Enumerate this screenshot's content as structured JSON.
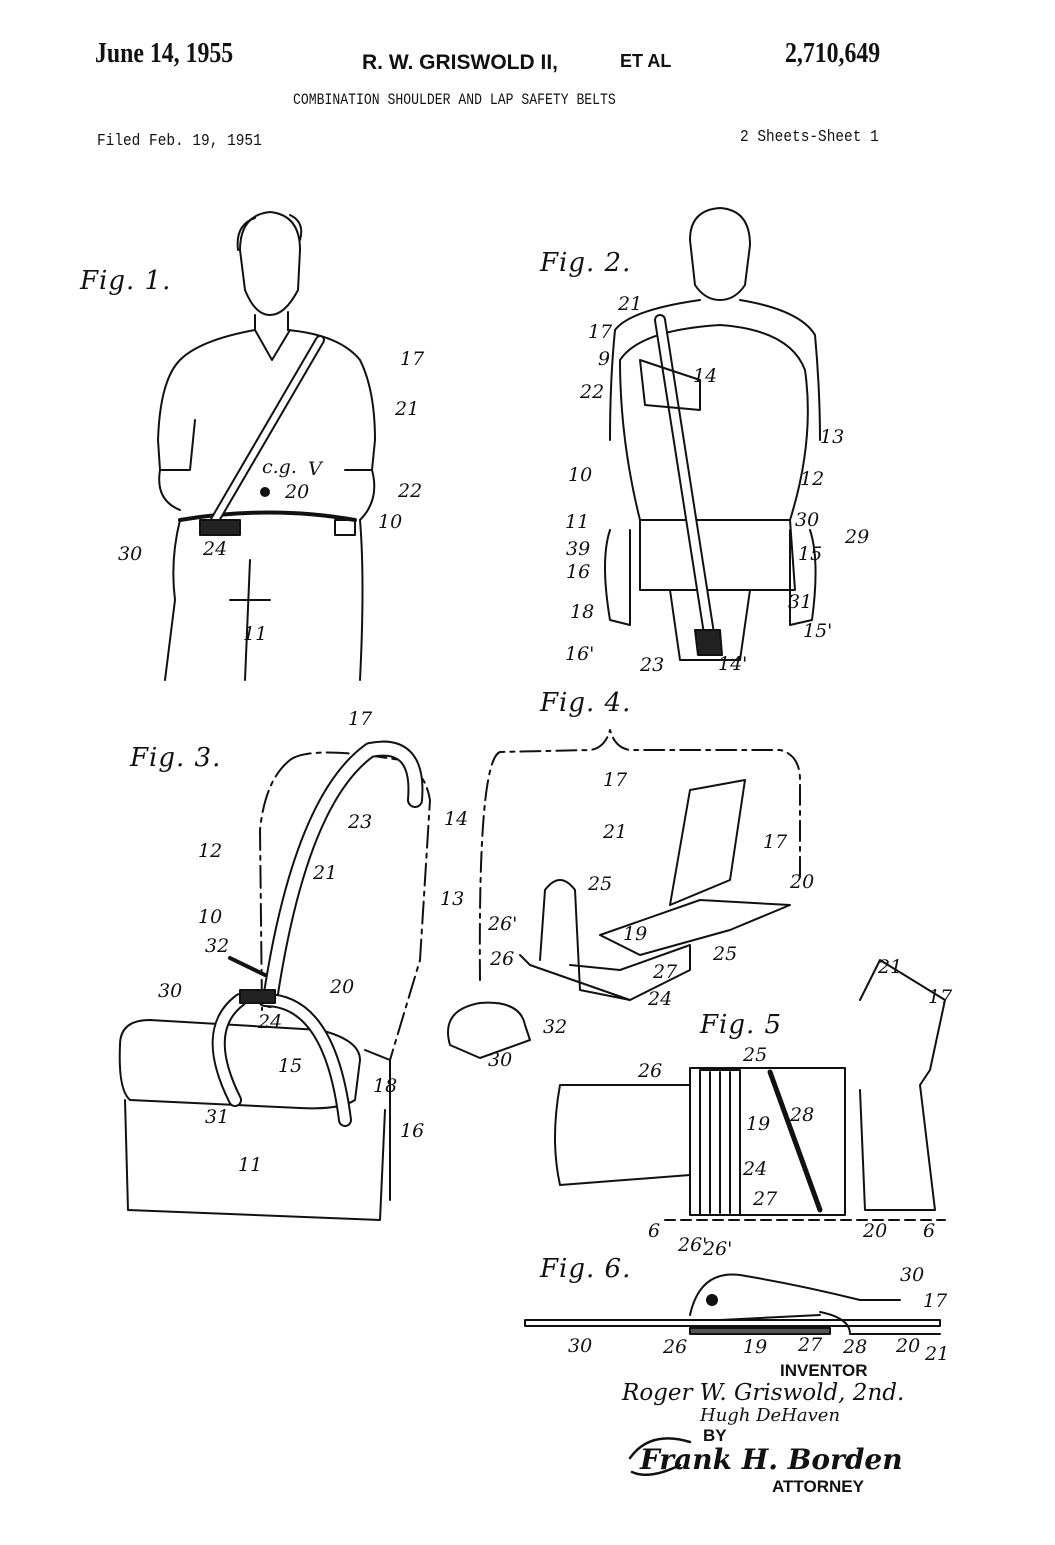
{
  "header": {
    "date": "June 14, 1955",
    "inventor": "R. W. GRISWOLD II,",
    "et_al": "ET AL",
    "patent_number": "2,710,649",
    "title": "COMBINATION SHOULDER AND LAP SAFETY BELTS",
    "filed": "Filed Feb. 19, 1951",
    "sheets": "2 Sheets-Sheet 1"
  },
  "figures": [
    {
      "label": "Fig. 1.",
      "numerals": [
        "17",
        "21",
        "c.g.",
        "V",
        "20",
        "22",
        "10",
        "30",
        "24",
        "11"
      ]
    },
    {
      "label": "Fig. 2.",
      "numerals": [
        "21",
        "17",
        "9",
        "14",
        "22",
        "13",
        "10",
        "12",
        "11",
        "30",
        "29",
        "39",
        "15",
        "16",
        "31",
        "18",
        "15'",
        "16'",
        "23",
        "14'"
      ]
    },
    {
      "label": "Fig. 3.",
      "numerals": [
        "17",
        "14",
        "23",
        "12",
        "21",
        "13",
        "10",
        "32",
        "30",
        "20",
        "24",
        "15",
        "31",
        "18",
        "16",
        "11"
      ]
    },
    {
      "label": "Fig. 4.",
      "numerals": [
        "17",
        "21",
        "17",
        "20",
        "25",
        "26'",
        "19",
        "26",
        "27",
        "25",
        "24",
        "32",
        "30"
      ]
    },
    {
      "label": "Fig. 5",
      "numerals": [
        "21",
        "17",
        "25",
        "26",
        "19",
        "28",
        "24",
        "27",
        "6",
        "26'",
        "20",
        "6"
      ]
    },
    {
      "label": "Fig. 6.",
      "numerals": [
        "26'",
        "30",
        "17",
        "30",
        "26",
        "19",
        "27",
        "28",
        "20",
        "21"
      ]
    }
  ],
  "signature_block": {
    "inventor_label": "INVENTOR",
    "inventor_1": "Roger W. Griswold, 2nd.",
    "inventor_2": "Hugh DeHaven",
    "by": "BY",
    "attorney_signature": "Frank H. Borden",
    "attorney_label": "ATTORNEY"
  }
}
